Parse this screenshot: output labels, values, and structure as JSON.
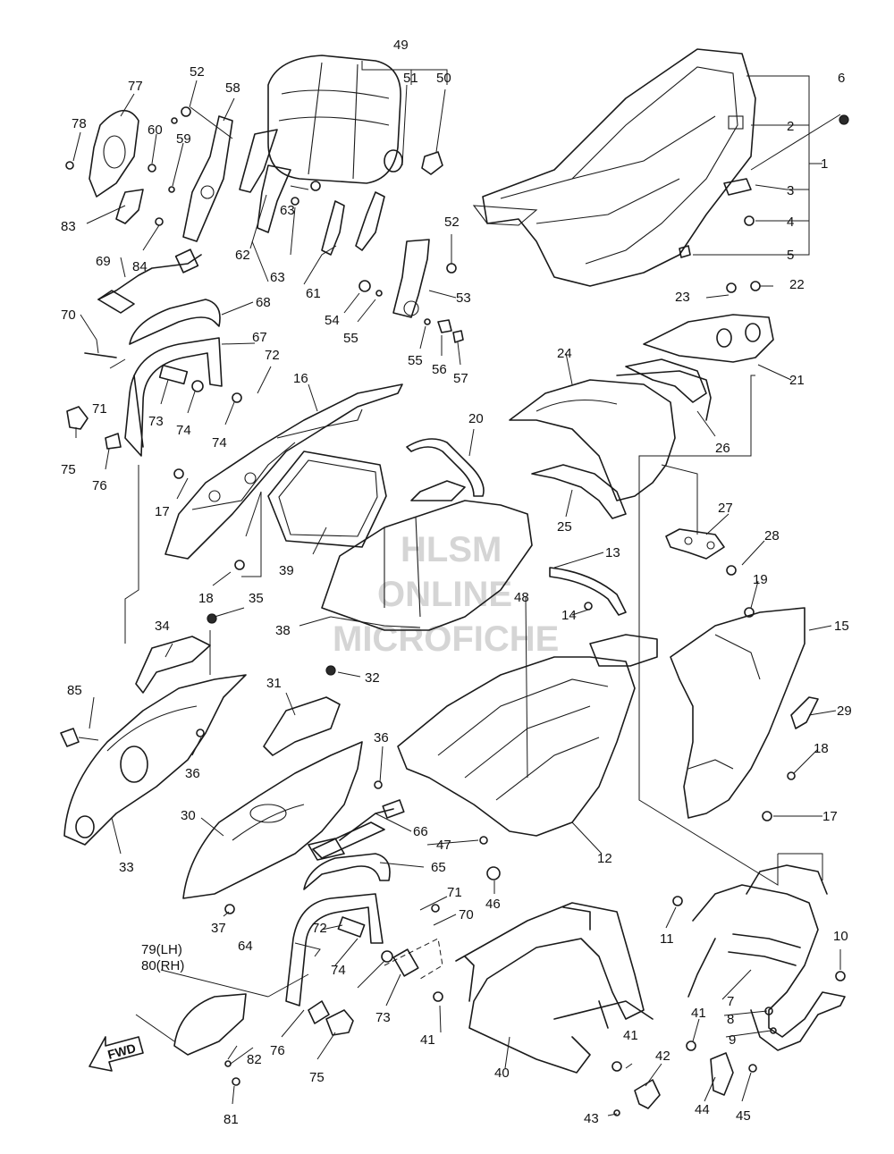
{
  "watermark": {
    "line1": "HLSM",
    "line2": "ONLINE",
    "line3": "MICROFICHE"
  },
  "direction_badge": "FWD",
  "callouts": {
    "c1": "1",
    "c2": "2",
    "c3": "3",
    "c4": "4",
    "c5": "5",
    "c6": "6",
    "c7": "7",
    "c8": "8",
    "c9": "9",
    "c10": "10",
    "c11": "11",
    "c12": "12",
    "c13": "13",
    "c14": "14",
    "c15": "15",
    "c16": "16",
    "c17a": "17",
    "c17b": "17",
    "c18a": "18",
    "c18b": "18",
    "c19": "19",
    "c20": "20",
    "c21": "21",
    "c22": "22",
    "c23": "23",
    "c24": "24",
    "c25": "25",
    "c26": "26",
    "c27": "27",
    "c28": "28",
    "c29": "29",
    "c30": "30",
    "c31": "31",
    "c32": "32",
    "c33": "33",
    "c34": "34",
    "c35": "35",
    "c36a": "36",
    "c36b": "36",
    "c37": "37",
    "c38": "38",
    "c39": "39",
    "c40": "40",
    "c41a": "41",
    "c41b": "41",
    "c41c": "41",
    "c42": "42",
    "c43": "43",
    "c44": "44",
    "c45": "45",
    "c46": "46",
    "c47": "47",
    "c48": "48",
    "c49": "49",
    "c50": "50",
    "c51": "51",
    "c52a": "52",
    "c52b": "52",
    "c53": "53",
    "c54": "54",
    "c55a": "55",
    "c55b": "55",
    "c56": "56",
    "c57": "57",
    "c58": "58",
    "c59": "59",
    "c60": "60",
    "c61": "61",
    "c62": "62",
    "c63a": "63",
    "c63b": "63",
    "c64": "64",
    "c65": "65",
    "c66": "66",
    "c67": "67",
    "c68": "68",
    "c69": "69",
    "c70a": "70",
    "c70b": "70",
    "c71a": "71",
    "c71b": "71",
    "c72a": "72",
    "c72b": "72",
    "c73a": "73",
    "c73b": "73",
    "c74a": "74",
    "c74b": "74",
    "c74c": "74",
    "c75a": "75",
    "c75b": "75",
    "c76a": "76",
    "c76b": "76",
    "c77": "77",
    "c78": "78",
    "c79": "79(LH)",
    "c80": "80(RH)",
    "c81": "81",
    "c82": "82",
    "c83": "83",
    "c84": "84",
    "c85": "85"
  }
}
